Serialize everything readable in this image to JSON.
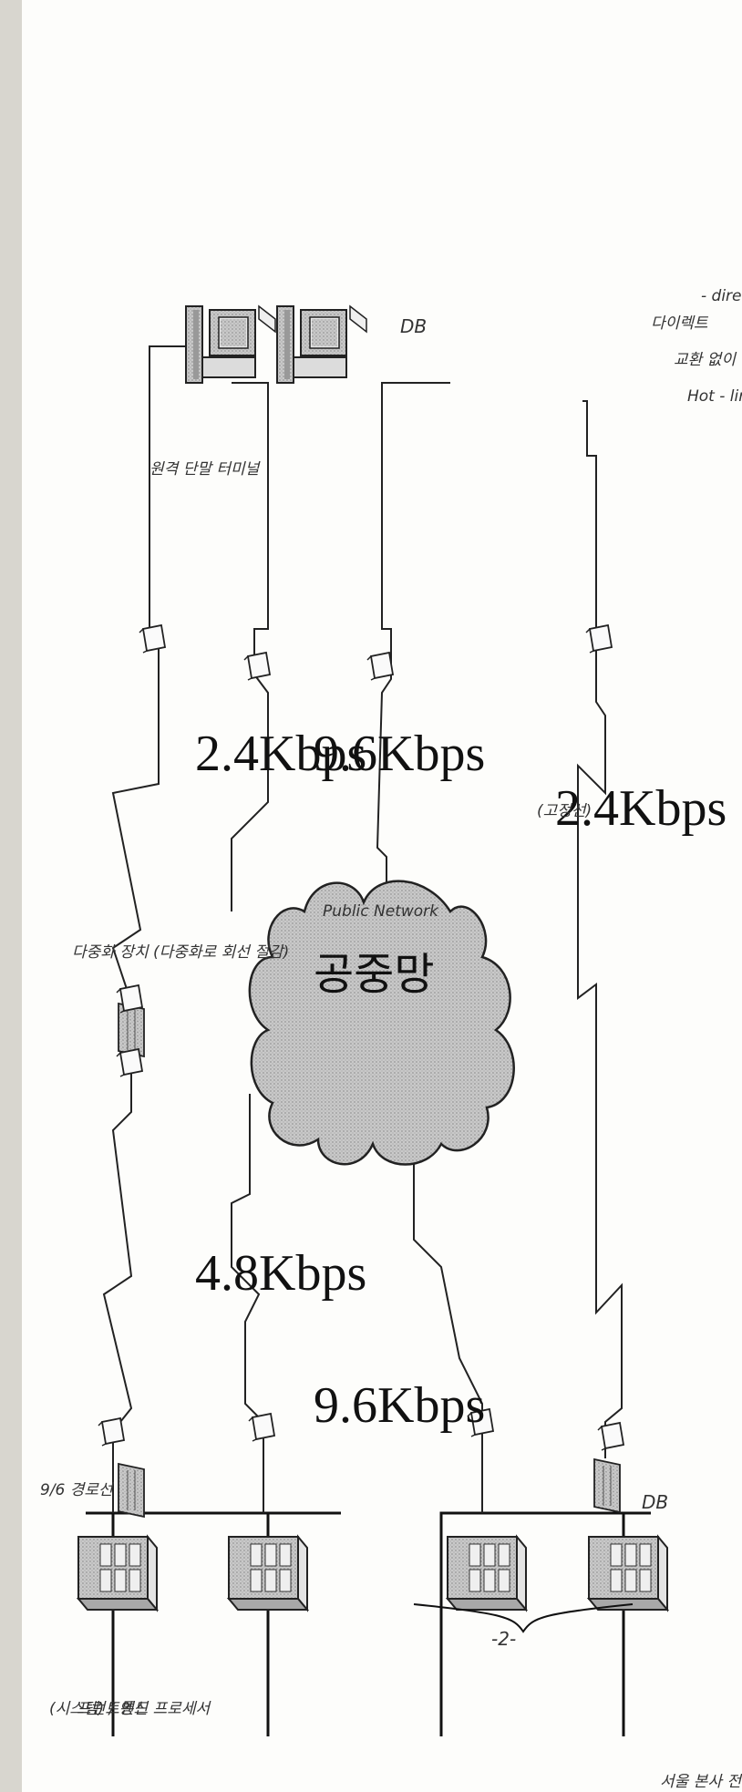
{
  "page_marks": {
    "page_number": "-2-"
  },
  "network": {
    "public_network_label": "공중망",
    "public_network_note": "Public Network"
  },
  "links": {
    "top_mainline": "2.4Kbps",
    "top_mainline_note": "(고정선)",
    "upper_left": "9.6Kbps",
    "upper_right": "9.6Kbps",
    "lower_left": "4.8Kbps",
    "lower_right": "2.4Kbps"
  },
  "devices": {
    "host_db_label": "DB",
    "remote_db_label": "DB"
  },
  "handwritten_notes": {
    "top_header": "서울 본사 전산 센터",
    "hot_line": "Hot - line",
    "hot_line_sub": "교환 없이",
    "hot_line_direct": "- direct 연결",
    "hot_line_end": "다이렉트",
    "remote_terminal": "원격 단말 터미널",
    "mux_note": "다중화 장치 (다중화로 회선 절감)",
    "front_end": "프런트엔드 프로세서",
    "front_end_sub": "(시스템) / 통신",
    "front_end_end": "9/6 경로선"
  },
  "colors": {
    "ink": "#111111",
    "cloud_fill": "#cfcfcf",
    "server_fill": "#b9b9b9"
  }
}
